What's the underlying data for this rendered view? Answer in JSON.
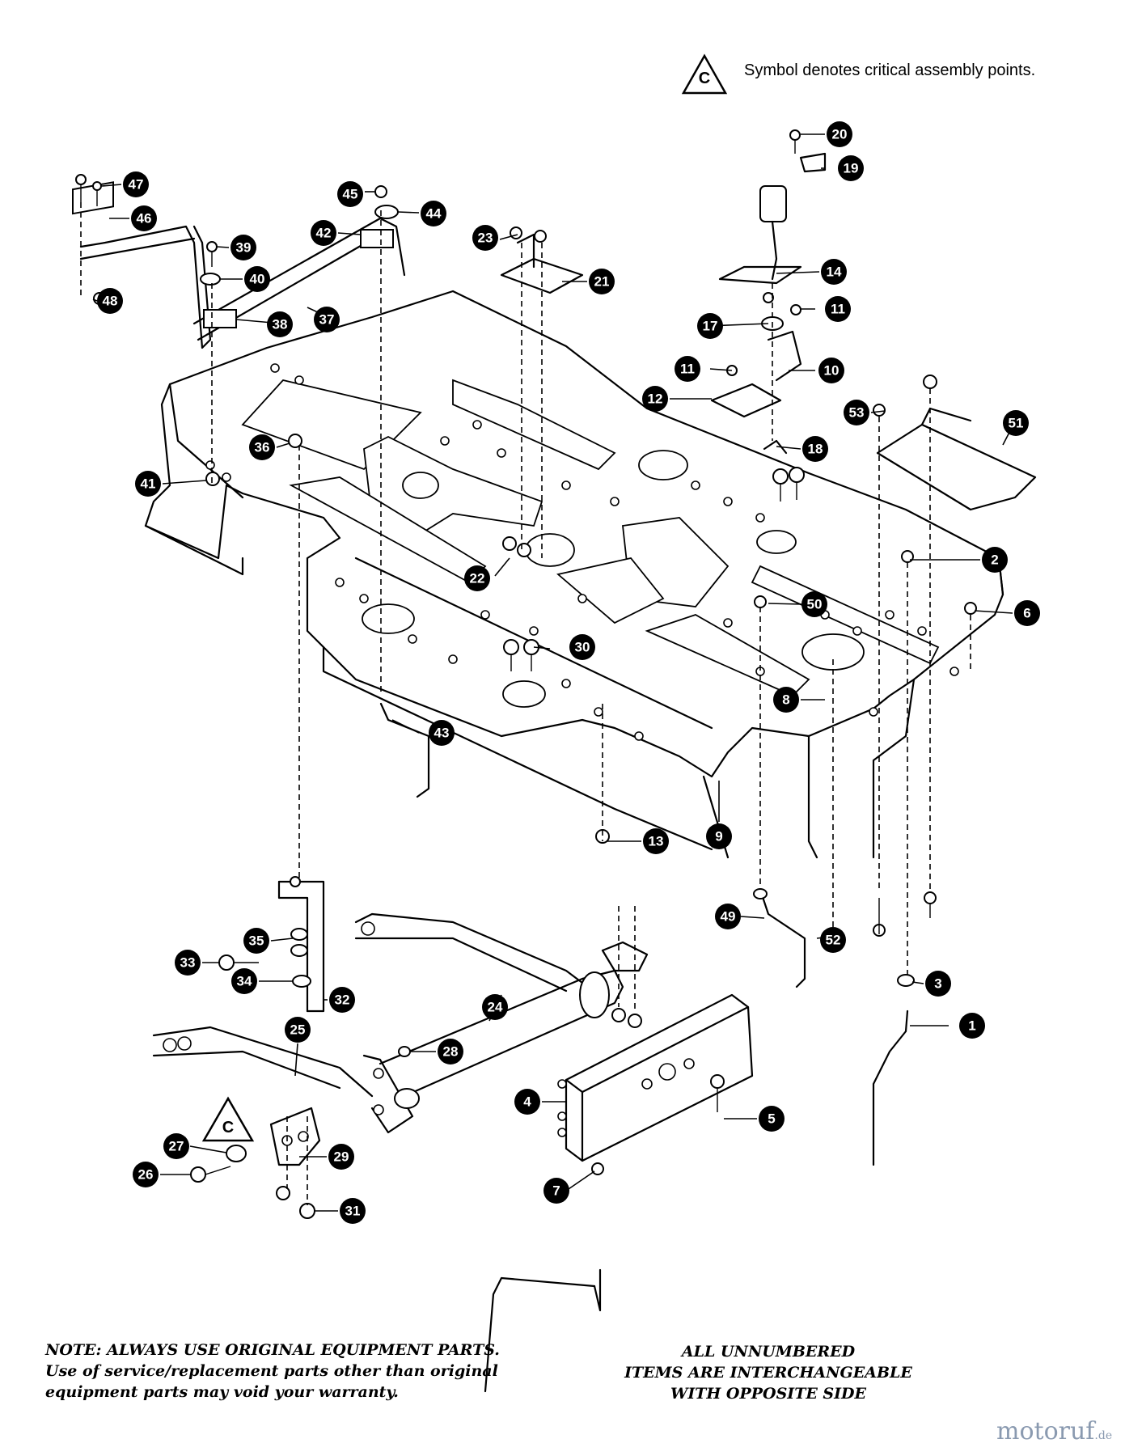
{
  "legend": {
    "symbol": "C",
    "text": "Symbol denotes critical assembly points."
  },
  "critical_marker": {
    "symbol": "C"
  },
  "callouts": [
    "1",
    "2",
    "3",
    "4",
    "5",
    "6",
    "7",
    "8",
    "9",
    "10",
    "11",
    "11",
    "12",
    "13",
    "14",
    "17",
    "18",
    "19",
    "20",
    "21",
    "22",
    "23",
    "24",
    "25",
    "26",
    "27",
    "28",
    "29",
    "30",
    "31",
    "32",
    "33",
    "34",
    "35",
    "36",
    "37",
    "38",
    "39",
    "40",
    "41",
    "42",
    "43",
    "44",
    "45",
    "46",
    "47",
    "48",
    "49",
    "50",
    "51",
    "52",
    "53"
  ],
  "note": {
    "title": "NOTE: ALWAYS USE ORIGINAL EQUIPMENT PARTS.",
    "body": "Use of service/replacement parts other than original equipment parts may void your warranty."
  },
  "unnumbered": [
    "ALL UNNUMBERED",
    "ITEMS ARE INTERCHANGEABLE",
    "WITH OPPOSITE SIDE"
  ],
  "watermark": {
    "brand": "motoruf",
    "suffix": ".de"
  },
  "colors": {
    "ink": "#000000",
    "paper": "#ffffff",
    "watermark": "#8a9ab0"
  }
}
